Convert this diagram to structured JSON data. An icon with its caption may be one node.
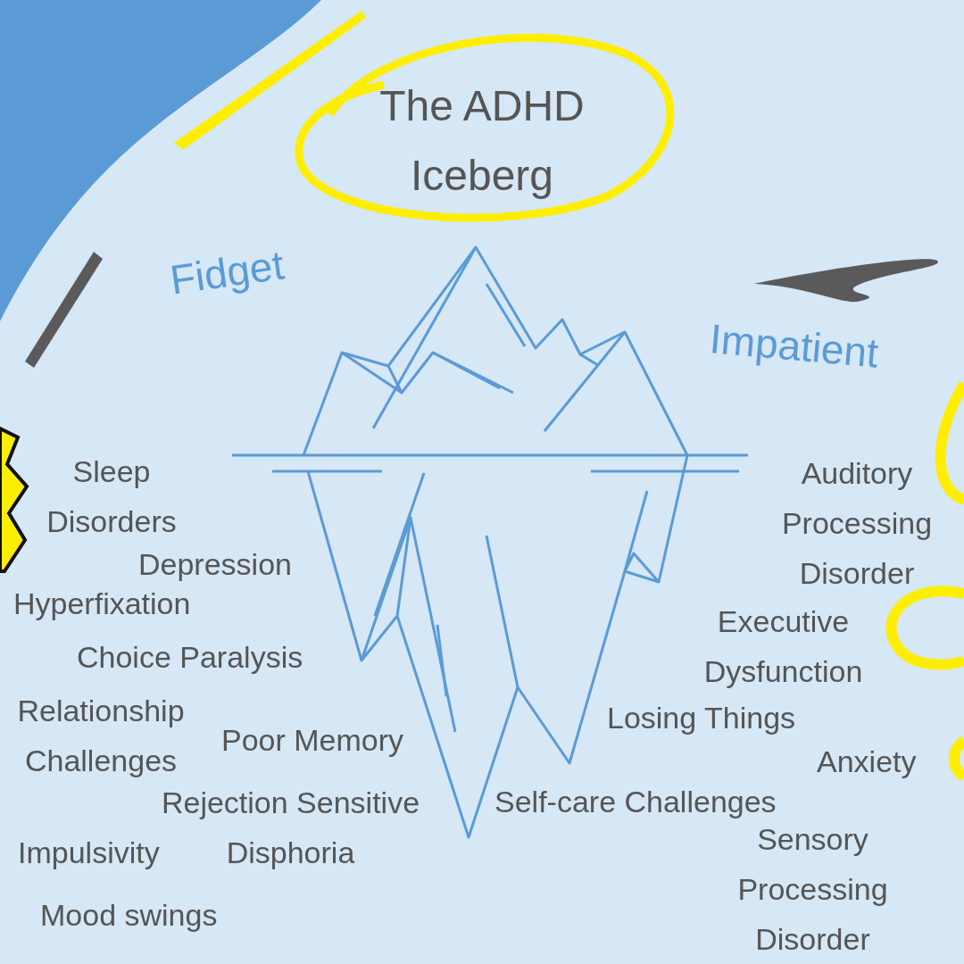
{
  "diagram": {
    "title": "The ADHD Iceberg",
    "labels": [
      "Fidget",
      "Impatient",
      "Sleep Disorders",
      "Depression",
      "Hyperfixation",
      "Choice Paralysis",
      "Relationship Challenges",
      "Poor Memory",
      "Rejection Sensitive Disphoria",
      "Impulsivity",
      "Mood swings",
      "Auditory Processing Disorder",
      "Executive Dysfunction",
      "Losing Things",
      "Anxiety",
      "Self-care Challenges",
      "Sensory Processing Disorder"
    ]
  }
}
